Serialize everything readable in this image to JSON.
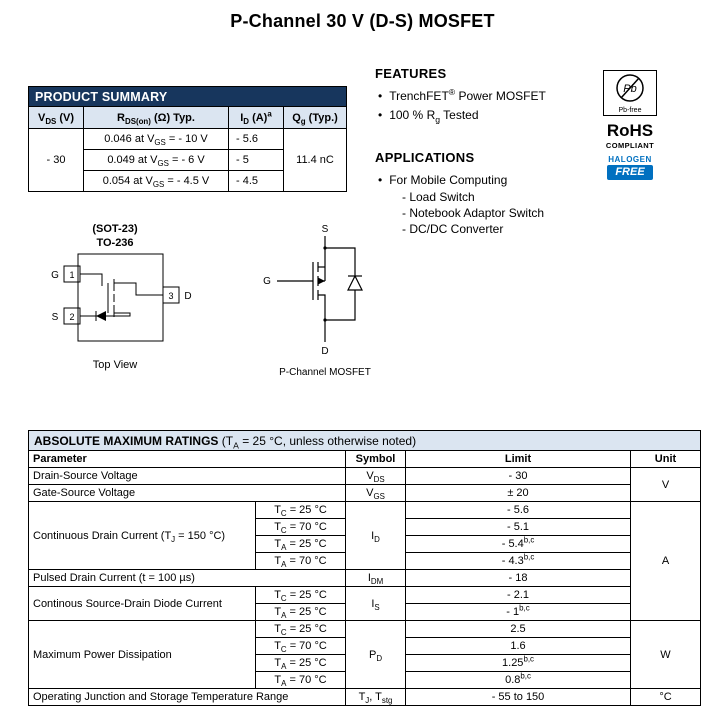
{
  "page": {
    "title": "P-Channel 30 V (D-S) MOSFET"
  },
  "icons": {
    "bullet": "•"
  },
  "product_summary": {
    "title": "PRODUCT SUMMARY",
    "columns": {
      "vds": "V_{DS} (V)",
      "rds": "R_{DS(on)} (Ω) Typ.",
      "id": "I_{D} (A)^{a}",
      "qg": "Q_{g} (Typ.)"
    },
    "vds_value": "- 30",
    "rows": [
      {
        "rds": "0.046 at V_{GS} = - 10 V",
        "id": "- 5.6"
      },
      {
        "rds": "0.049 at V_{GS} = - 6 V",
        "id": "- 5"
      },
      {
        "rds": "0.054 at V_{GS} = - 4.5 V",
        "id": "- 4.5"
      }
    ],
    "qg_value": "11.4 nC"
  },
  "features": {
    "title": "FEATURES",
    "items": [
      "TrenchFET^{®} Power MOSFET",
      "100 % R_{g} Tested"
    ]
  },
  "applications": {
    "title": "APPLICATIONS",
    "item": "For Mobile Computing",
    "subitems": [
      "- Load Switch",
      "- Notebook Adaptor Switch",
      "- DC/DC Converter"
    ]
  },
  "compliance": {
    "pb": "Pb",
    "pb_free": "Pb-free",
    "rohs": "RoHS",
    "compliant": "COMPLIANT",
    "halogen": "HALOGEN",
    "free": "FREE"
  },
  "package_diagram": {
    "name1": "(SOT-23)",
    "name2": "TO-236",
    "pin_g": "G",
    "pin_s": "S",
    "pin_d": "D",
    "pin1": "1",
    "pin2": "2",
    "pin3": "3",
    "caption": "Top View"
  },
  "schematic": {
    "s": "S",
    "g": "G",
    "d": "D",
    "caption": "P-Channel MOSFET"
  },
  "amr": {
    "title_bold": "ABSOLUTE MAXIMUM RATINGS",
    "title_rest": " (T_{A} = 25 °C, unless otherwise noted)",
    "headers": {
      "parameter": "Parameter",
      "symbol": "Symbol",
      "limit": "Limit",
      "unit": "Unit"
    },
    "vds": {
      "param": "Drain-Source Voltage",
      "symbol": "V_{DS}",
      "limit": "- 30"
    },
    "vgs": {
      "param": "Gate-Source Voltage",
      "symbol": "V_{GS}",
      "limit": "± 20"
    },
    "unit_v": "V",
    "id": {
      "param": "Continuous Drain Current (T_{J} = 150 °C)",
      "symbol": "I_{D}",
      "conditions": [
        "T_{C} = 25 °C",
        "T_{C} = 70 °C",
        "T_{A} = 25 °C",
        "T_{A} = 70 °C"
      ],
      "limits": [
        "- 5.6",
        "- 5.1",
        "- 5.4^{b,c}",
        "- 4.3^{b,c}"
      ]
    },
    "idm": {
      "param": "Pulsed Drain Current (t = 100 µs)",
      "symbol": "I_{DM}",
      "limit": "- 18"
    },
    "is": {
      "param": "Continous Source-Drain Diode Current",
      "symbol": "I_{S}",
      "conditions": [
        "T_{C} = 25 °C",
        "T_{A} = 25 °C"
      ],
      "limits": [
        "- 2.1",
        "- 1^{b,c}"
      ]
    },
    "unit_a": "A",
    "pd": {
      "param": "Maximum Power Dissipation",
      "symbol": "P_{D}",
      "conditions": [
        "T_{C} = 25 °C",
        "T_{C} = 70 °C",
        "T_{A} = 25 °C",
        "T_{A} = 70 °C"
      ],
      "limits": [
        "2.5",
        "1.6",
        "1.25^{b,c}",
        "0.8^{b,c}"
      ]
    },
    "unit_w": "W",
    "tstg": {
      "param": "Operating Junction and Storage Temperature Range",
      "symbol": "T_{J}, T_{stg}",
      "limit": "- 55 to 150",
      "unit": "°C"
    }
  },
  "colors": {
    "table_header_navy": "#17365d",
    "table_shade_blue": "#dbe5f1",
    "halogen_blue": "#0070c0"
  }
}
